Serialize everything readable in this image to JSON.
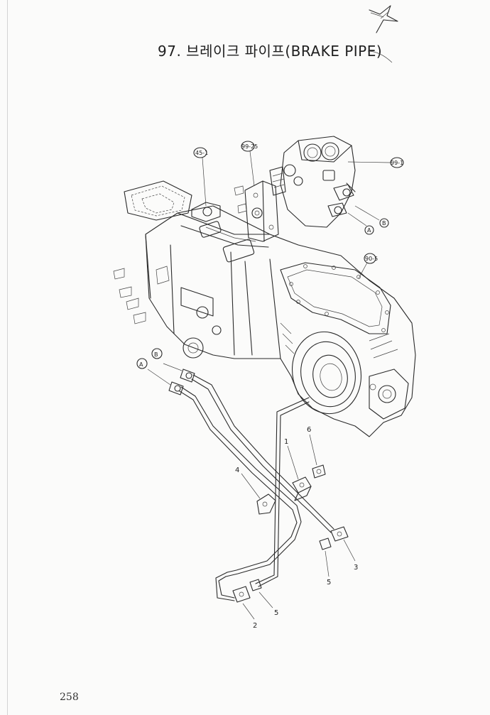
{
  "title": "97.  브레이크 파이프(BRAKE PIPE)",
  "page_number": "258",
  "callouts": {
    "ref_45_1": "45-1",
    "ref_99_25": "99-25",
    "ref_99_1": "99-1",
    "ref_90_5": "90-5",
    "marker_a": "A",
    "marker_b": "B"
  },
  "parts": {
    "p1": "1",
    "p2": "2",
    "p3": "3",
    "p4": "4",
    "p5a": "5",
    "p5b": "5",
    "p6": "6"
  },
  "colors": {
    "line": "#2a2a2a",
    "paper": "#fbfbfa"
  }
}
